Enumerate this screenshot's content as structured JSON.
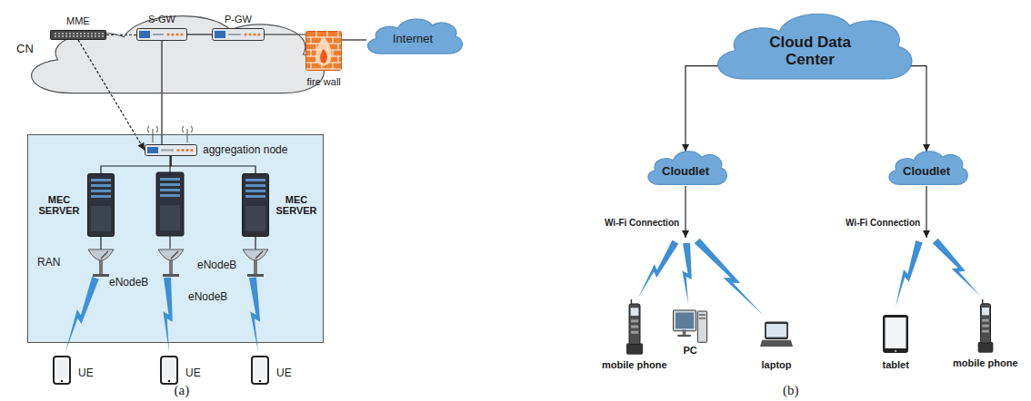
{
  "diagram": {
    "nodes": [
      {
        "text": [
          "CN"
        ]
      },
      {
        "text": [
          "MME"
        ],
        "in": 0
      },
      {
        "text": [
          "S-GW"
        ],
        "in": 0
      },
      {
        "text": [
          "P-GW"
        ],
        "in": 0
      },
      {
        "text": [
          "fire wall"
        ]
      },
      {
        "text": [
          "Internet"
        ]
      },
      {
        "text": [
          "RAN"
        ]
      },
      {
        "text": [
          "aggregation node"
        ],
        "in": 6
      },
      {
        "text": [
          "MEC SERVER"
        ],
        "in": 6
      },
      {
        "text": [
          "MEC SERVER"
        ],
        "in": 6
      },
      {
        "text": [
          "eNodeB"
        ],
        "in": 6
      },
      {
        "text": [
          "eNodeB"
        ],
        "in": 6
      },
      {
        "text": [
          "eNodeB"
        ],
        "in": 6
      },
      {
        "text": [
          "UE"
        ]
      },
      {
        "text": [
          "UE"
        ]
      },
      {
        "text": [
          "UE"
        ]
      },
      {
        "text": [
          "Cloud Data Center"
        ]
      },
      {
        "text": [
          "Cloudlet"
        ]
      },
      {
        "text": [
          "Cloudlet"
        ]
      },
      {
        "text": [
          "mobile phone"
        ]
      },
      {
        "text": [
          "PC"
        ]
      },
      {
        "text": [
          "laptop"
        ]
      },
      {
        "text": [
          "tablet"
        ]
      },
      {
        "text": [
          "mobile phone"
        ]
      }
    ],
    "edges": [
      {
        "from": 1,
        "to": 2,
        "arrow": "none"
      },
      {
        "from": 2,
        "to": 3,
        "arrow": "none"
      },
      {
        "from": 3,
        "to": 4,
        "arrow": "none"
      },
      {
        "from": 4,
        "to": 5,
        "arrow": "none"
      },
      {
        "from": 1,
        "to": 7,
        "arrow": "to"
      },
      {
        "from": 2,
        "to": 7,
        "arrow": "none"
      },
      {
        "from": 7,
        "to": 8,
        "arrow": "none"
      },
      {
        "from": 7,
        "to": 9,
        "arrow": "none"
      },
      {
        "from": 8,
        "to": 10,
        "arrow": "none"
      },
      {
        "from": 9,
        "to": 12,
        "arrow": "none"
      },
      {
        "from": 16,
        "to": 17,
        "arrow": "to"
      },
      {
        "from": 16,
        "to": 18,
        "arrow": "to"
      }
    ],
    "labels": [
      "Wi-Fi Connection",
      "Wi-Fi Connection",
      "(a)",
      "(b)"
    ]
  }
}
